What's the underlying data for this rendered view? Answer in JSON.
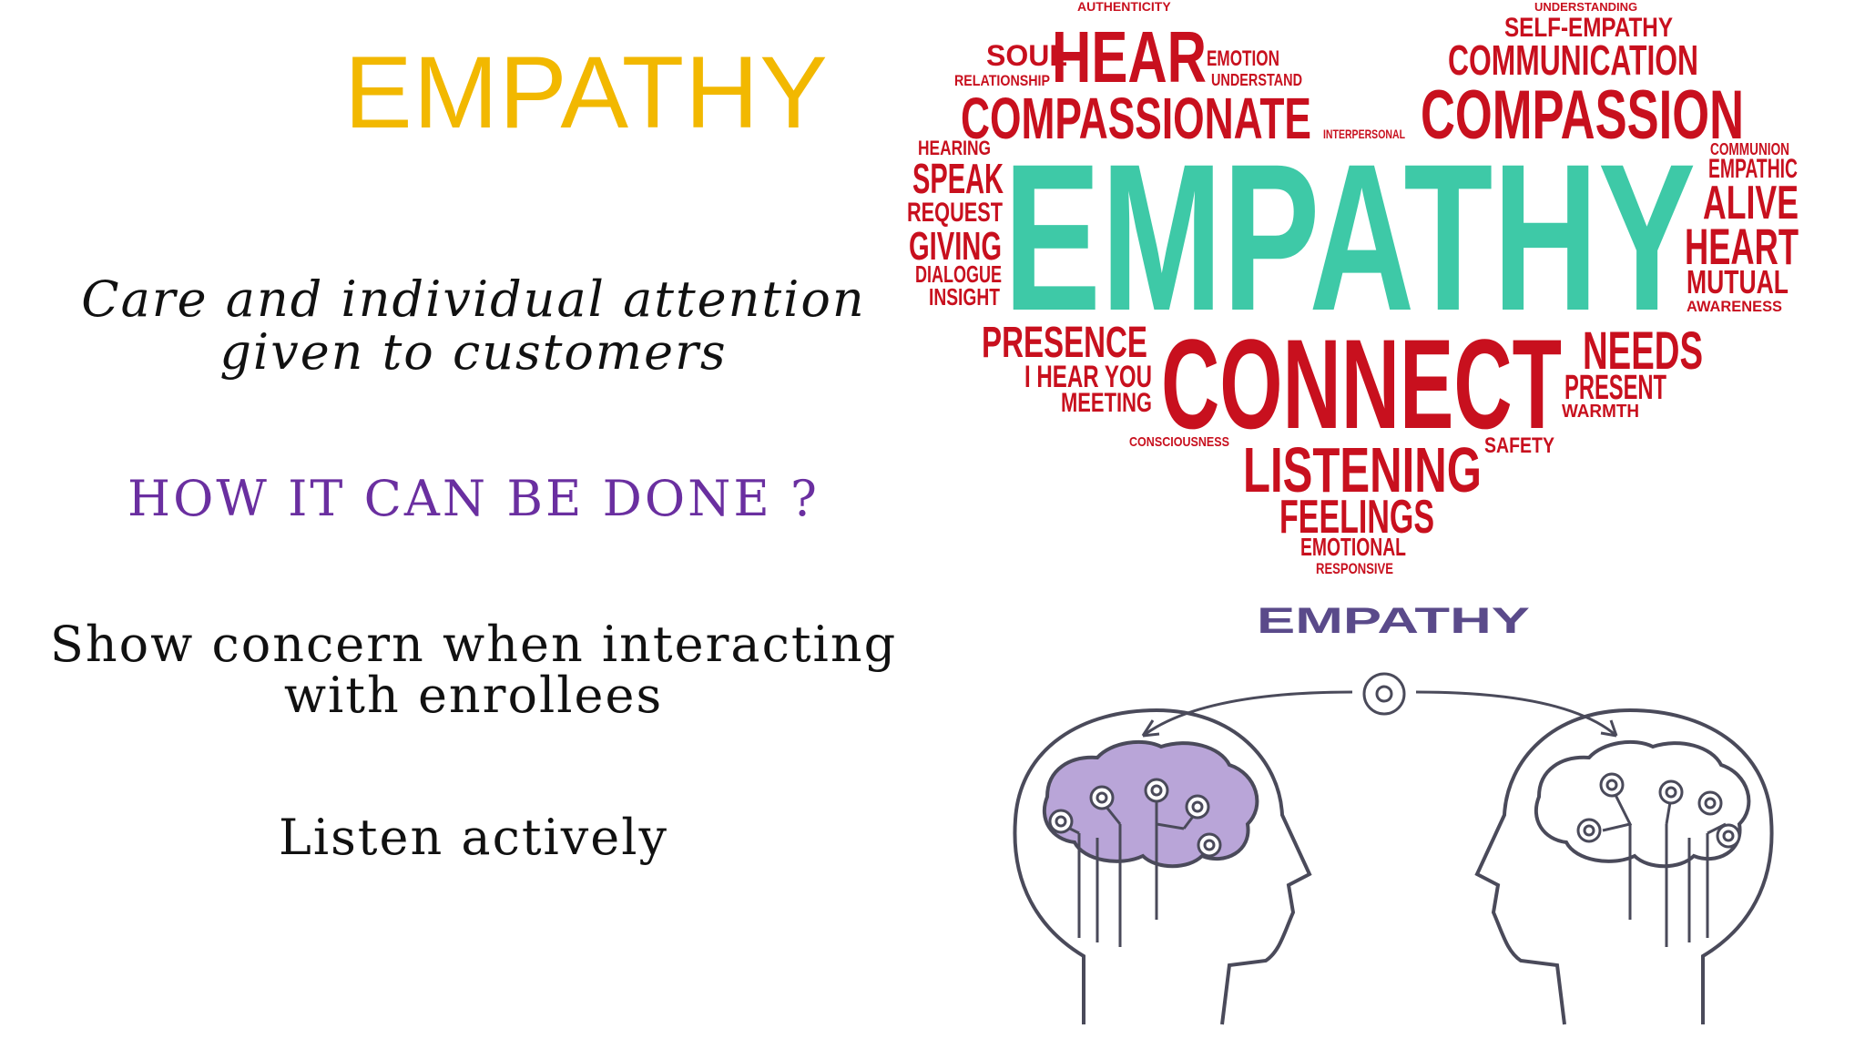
{
  "slide": {
    "title": "EMPATHY",
    "tagline": "Care and individual attention given to customers",
    "how_heading": "HOW IT CAN BE DONE ?",
    "tips": [
      "Show concern when interacting with enrollees",
      "Listen actively"
    ]
  },
  "word_cloud": {
    "main_word": "EMPATHY",
    "words": [
      "AUTHENTICITY",
      "UNDERSTANDING",
      "SELF-EMPATHY",
      "SOUL",
      "HEAR",
      "EMOTION",
      "UNDERSTAND",
      "RELATIONSHIP",
      "COMMUNICATION",
      "COMPASSIONATE",
      "INTERPERSONAL",
      "COMPASSION",
      "HEARING",
      "COMMUNION",
      "SPEAK",
      "EMPATHIC",
      "REQUEST",
      "ALIVE",
      "GIVING",
      "HEART",
      "DIALOGUE",
      "MUTUAL",
      "INSIGHT",
      "AWARENESS",
      "PRESENCE",
      "CONNECT",
      "NEEDS",
      "I HEAR YOU",
      "MEETING",
      "PRESENT",
      "WARMTH",
      "CONSCIOUSNESS",
      "LISTENING",
      "SAFETY",
      "FEELINGS",
      "EMOTIONAL",
      "RESPONSIVE"
    ],
    "main_color": "#3ec9a7",
    "word_color": "#c8101e"
  },
  "diagram": {
    "label": "EMPATHY",
    "label_color": "#5a4a8a",
    "left_head_fill": "#b9a5d8",
    "outline_color": "#4a4a5a"
  }
}
